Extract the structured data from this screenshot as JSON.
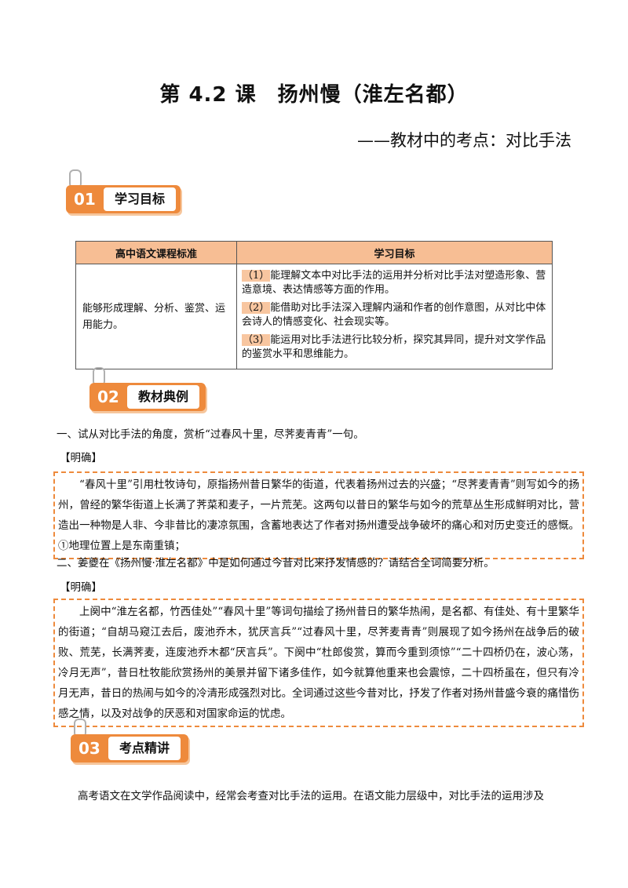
{
  "title": "第 4.2 课　扬州慢（淮左名都）",
  "subtitle": "——教材中的考点：对比手法",
  "sections": [
    {
      "num": "01",
      "label": "学习目标"
    },
    {
      "num": "02",
      "label": "教材典例"
    },
    {
      "num": "03",
      "label": "考点精讲"
    }
  ],
  "standards_table": {
    "headers": [
      "高中语文课程标准",
      "学习目标"
    ],
    "standard": "能够形成理解、分析、鉴赏、运用能力。",
    "goals": [
      {
        "mark": "（1）",
        "text": "能理解文本中对比手法的运用并分析对比手法对塑造形象、营造意境、表达情感等方面的作用。"
      },
      {
        "mark": "（2）",
        "text": "能借助对比手法深入理解内涵和作者的创作意图，从对比中体会诗人的情感变化、社会现实等。"
      },
      {
        "mark": "（3）",
        "text": "能运用对比手法进行比较分析，探究其异同，提升对文学作品的鉴赏水平和思维能力。"
      }
    ]
  },
  "q1": {
    "question": "一、试从对比手法的角度，赏析“过春风十里，尽荠麦青青”一句。",
    "tag": "【明确】",
    "answer": "“春风十里”引用杜牧诗句，原指扬州昔日繁华的街道，代表着扬州过去的兴盛；“尽荠麦青青”则写如今的扬州，曾经的繁华街道上长满了荠菜和麦子，一片荒芜。这两句以昔日的繁华与如今的荒草丛生形成鲜明对比，营造出一种物是人非、今非昔比的凄凉氛围，含蓄地表达了作者对扬州遭受战争破坏的痛心和对历史变迁的感慨。①地理位置上是东南重镇；"
  },
  "q2": {
    "question": "二、姜夔在《扬州慢·淮左名都》中是如何通过今昔对比来抒发情感的？请结合全词简要分析。",
    "tag": "【明确】",
    "answer": "上阕中“淮左名都，竹西佳处”“春风十里”等词句描绘了扬州昔日的繁华热闹，是名都、有佳处、有十里繁华的街道；“自胡马窥江去后，废池乔木，犹厌言兵”“过春风十里，尽荠麦青青”则展现了如今扬州在战争后的破败、荒芜，长满荠麦，连废池乔木都“厌言兵”。下阕中“杜郎俊赏，算而今重到须惊”“二十四桥仍在，波心荡，冷月无声”，昔日杜牧能欣赏扬州的美景并留下诸多佳作，如今就算他重来也会震惊，二十四桥虽在，但只有冷月无声，昔日的热闹与如今的冷清形成强烈对比。全词通过这些今昔对比，抒发了作者对扬州昔盛今衰的痛惜伤感之情，以及对战争的厌恶和对国家命运的忧虑。"
  },
  "body": "高考语文在文学作品阅读中，经常会考查对比手法的运用。在语文能力层级中，对比手法的运用涉及"
}
